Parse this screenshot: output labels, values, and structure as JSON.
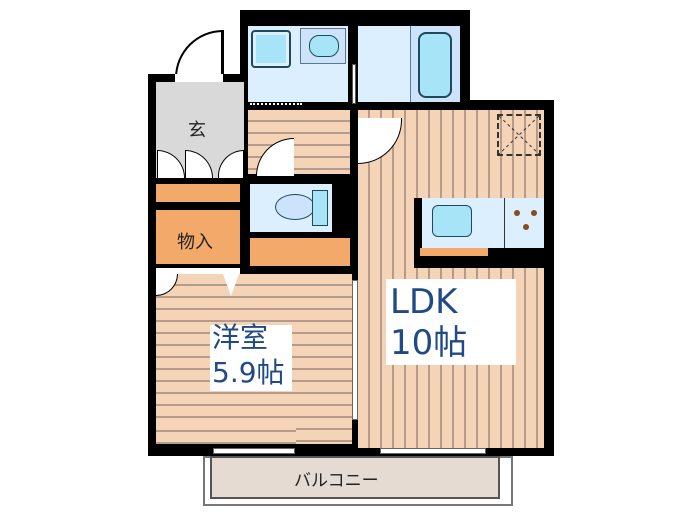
{
  "floorplan": {
    "rooms": {
      "entrance": {
        "label": "玄"
      },
      "closet": {
        "label": "物入"
      },
      "western_room": {
        "name": "洋室",
        "size": "5.9帖"
      },
      "ldk": {
        "name": "LDK",
        "size": "10帖"
      },
      "balcony": {
        "label": "バルコニー"
      }
    },
    "fixtures": [
      "washbasin-icon",
      "washing-machine-icon",
      "bathtub-icon",
      "toilet-icon",
      "kitchen-sink-icon",
      "stove-icon",
      "refrigerator-space-icon"
    ],
    "colors": {
      "wall": "#000000",
      "floor": "#f5d3b7",
      "floor_line": "#b59c8a",
      "wet_area": "#dcefff",
      "fixture_fill": "#a7e4f7",
      "storage": "#f2a96a",
      "entrance": "#d9d9d9",
      "label_text": "#1f4a86",
      "balcony": "#e5dbd3"
    }
  }
}
